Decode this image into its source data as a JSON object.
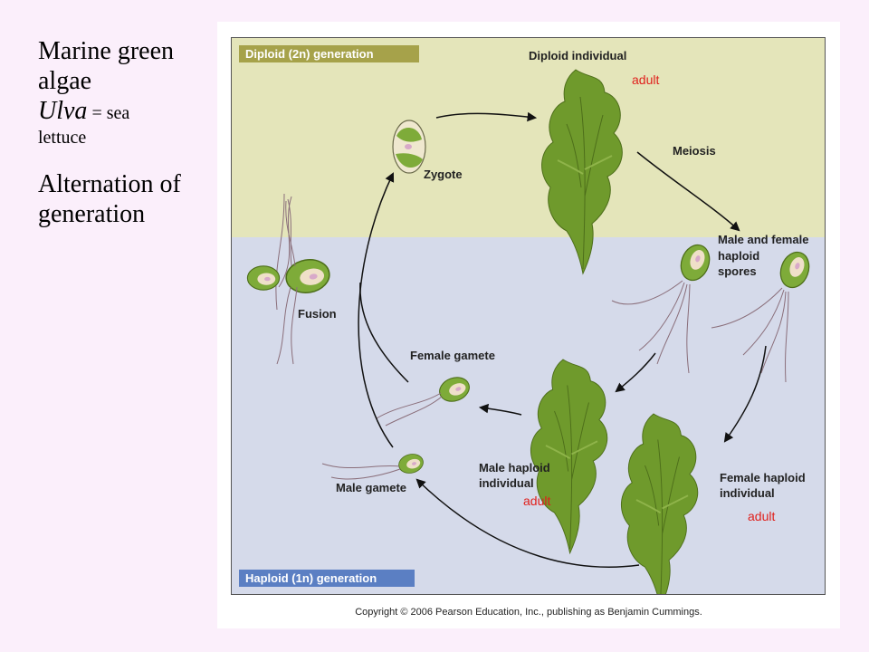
{
  "left_panel": {
    "line1": "Marine green",
    "line2": "algae",
    "line3_italic": "Ulva",
    "line3_rest": " = sea",
    "line4": "lettuce",
    "line5": "Alternation of",
    "line6": "generation"
  },
  "diagram": {
    "diploid_generation": "Diploid (2n) generation",
    "haploid_generation": "Haploid (1n) generation",
    "diploid_individual": "Diploid individual",
    "zygote": "Zygote",
    "meiosis": "Meiosis",
    "spores_line1": "Male and female",
    "spores_line2": "haploid",
    "spores_line3": "spores",
    "fusion": "Fusion",
    "female_gamete": "Female gamete",
    "male_gamete": "Male gamete",
    "male_haploid_line1": "Male haploid",
    "male_haploid_line2": "individual",
    "female_haploid_line1": "Female haploid",
    "female_haploid_line2": "individual",
    "adult_label": "adult",
    "copyright": "Copyright © 2006 Pearson Education, Inc., publishing as Benjamin Cummings."
  },
  "colors": {
    "diploid_band": "#e4e5ba",
    "haploid_band": "#d5daea",
    "diploid_tag": "#a6a24a",
    "haploid_tag": "#5b7fc3",
    "algae": "#6f9a2c",
    "annotation": "#e0201c"
  }
}
